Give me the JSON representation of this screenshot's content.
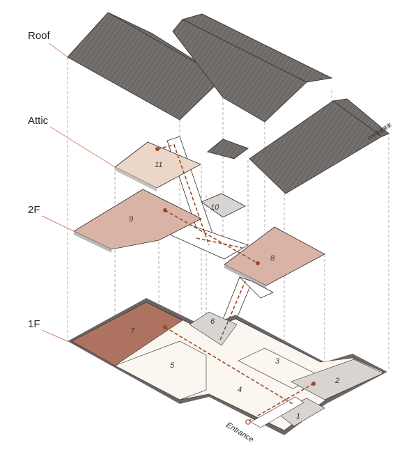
{
  "levels": {
    "roof": "Roof",
    "attic": "Attic",
    "second_floor": "2F",
    "first_floor": "1F"
  },
  "rooms": {
    "r1": "1",
    "r2": "2",
    "r3": "3",
    "r4": "4",
    "r5": "5",
    "r6": "6",
    "r7": "7",
    "r8": "8",
    "r9": "9",
    "r10": "10",
    "r11": "11"
  },
  "roof_sign": "이우연등룡家",
  "entrance_label": "Entrance",
  "colors": {
    "roof": "#6e6a68",
    "wall": "#6b6663",
    "room_dark": "#ad7360",
    "room_mid": "#d9b4a6",
    "room_light": "#ecd6c7",
    "room_grey": "#d8d4d2",
    "floor_cream": "#fbf6ef",
    "path": "#9a4a26",
    "leader": "#d9846f"
  }
}
